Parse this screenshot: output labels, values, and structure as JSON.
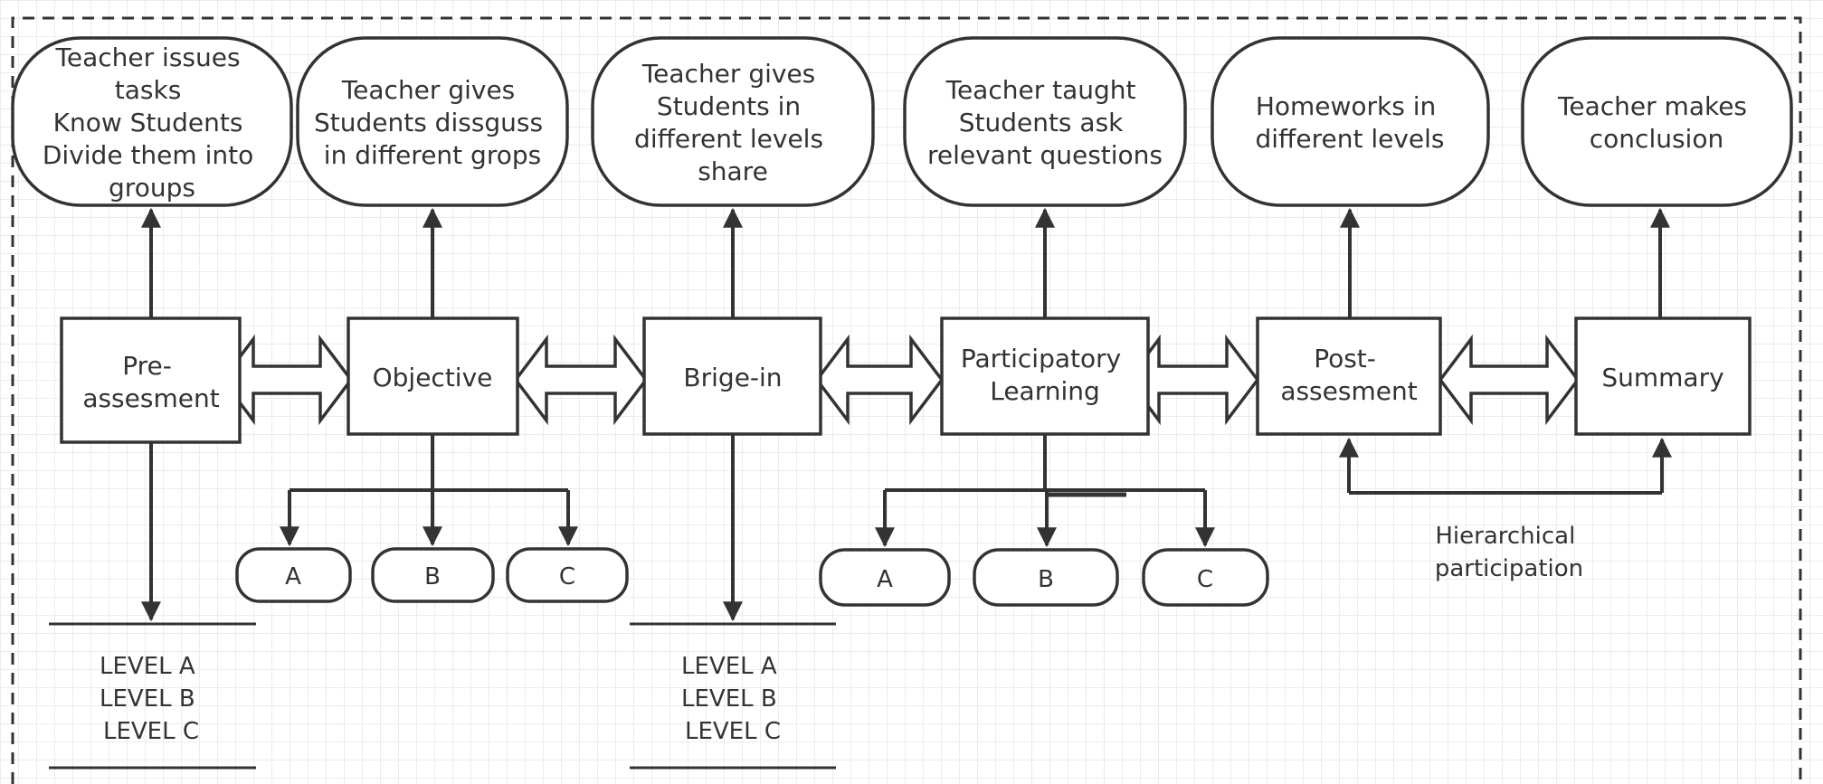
{
  "tasks": [
    {
      "lines": [
        "Teacher issues",
        "tasks",
        "Know Students",
        "Divide them into",
        "groups"
      ]
    },
    {
      "lines": [
        "Teacher gives",
        "Students dissguss",
        "in different grops"
      ]
    },
    {
      "lines": [
        "Teacher gives",
        "Students in",
        "different levels",
        "share"
      ]
    },
    {
      "lines": [
        "Teacher taught",
        "Students ask",
        "relevant questions"
      ]
    },
    {
      "lines": [
        "Homeworks in",
        "different levels"
      ]
    },
    {
      "lines": [
        "Teacher makes",
        "conclusion"
      ]
    }
  ],
  "stages": [
    {
      "lines": [
        "Pre-",
        "assesment"
      ]
    },
    {
      "lines": [
        "Objective"
      ]
    },
    {
      "lines": [
        "Brige-in"
      ]
    },
    {
      "lines": [
        "Participatory",
        "Learning"
      ]
    },
    {
      "lines": [
        "Post-",
        "assesment"
      ]
    },
    {
      "lines": [
        "Summary"
      ]
    }
  ],
  "groups_objective": [
    "A",
    "B",
    "C"
  ],
  "groups_participatory": [
    "A",
    "B",
    "C"
  ],
  "levels_preassessment": [
    "LEVEL A",
    "LEVEL B",
    "LEVEL C"
  ],
  "levels_bridgein": [
    "LEVEL A",
    "LEVEL B",
    "LEVEL C"
  ],
  "hierarchical_label": [
    "Hierarchical",
    "participation"
  ]
}
